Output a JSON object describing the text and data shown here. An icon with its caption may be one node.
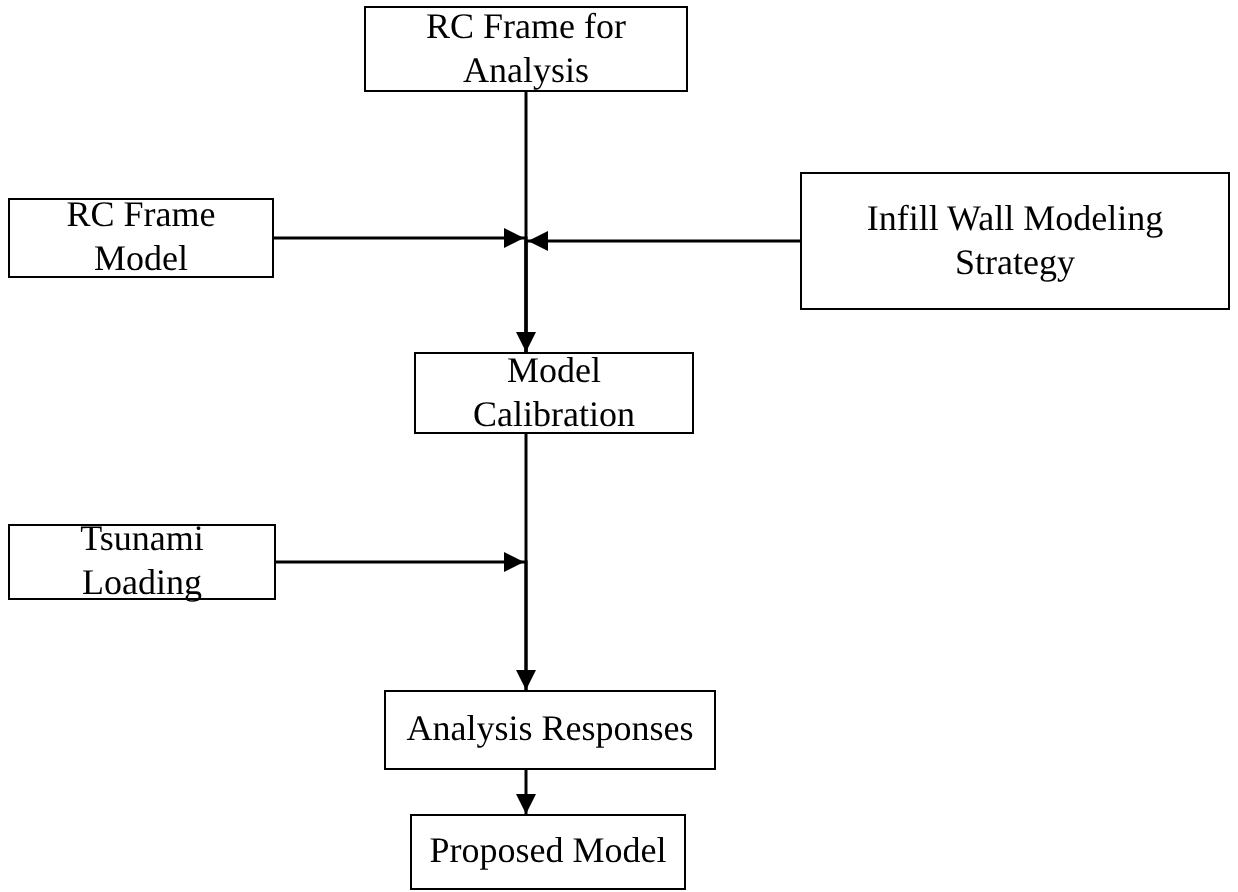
{
  "diagram": {
    "nodes": [
      {
        "text": [
          "RC Frame for Analysis"
        ]
      },
      {
        "text": [
          "RC Frame Model"
        ]
      },
      {
        "text": [
          "Infill Wall Modeling Strategy"
        ]
      },
      {
        "text": [
          "Model Calibration"
        ]
      },
      {
        "text": [
          "Tsunami Loading"
        ]
      },
      {
        "text": [
          "Analysis Responses"
        ]
      },
      {
        "text": [
          "Proposed Model"
        ]
      }
    ],
    "edges": [
      {
        "from": 0,
        "to": 3,
        "arrow": "to"
      },
      {
        "from": 1,
        "to": 3,
        "arrow": "to"
      },
      {
        "from": 2,
        "to": 3,
        "arrow": "to"
      },
      {
        "from": 3,
        "to": 5,
        "arrow": "to"
      },
      {
        "from": 4,
        "to": 5,
        "arrow": "to"
      },
      {
        "from": 5,
        "to": 6,
        "arrow": "to"
      }
    ]
  }
}
